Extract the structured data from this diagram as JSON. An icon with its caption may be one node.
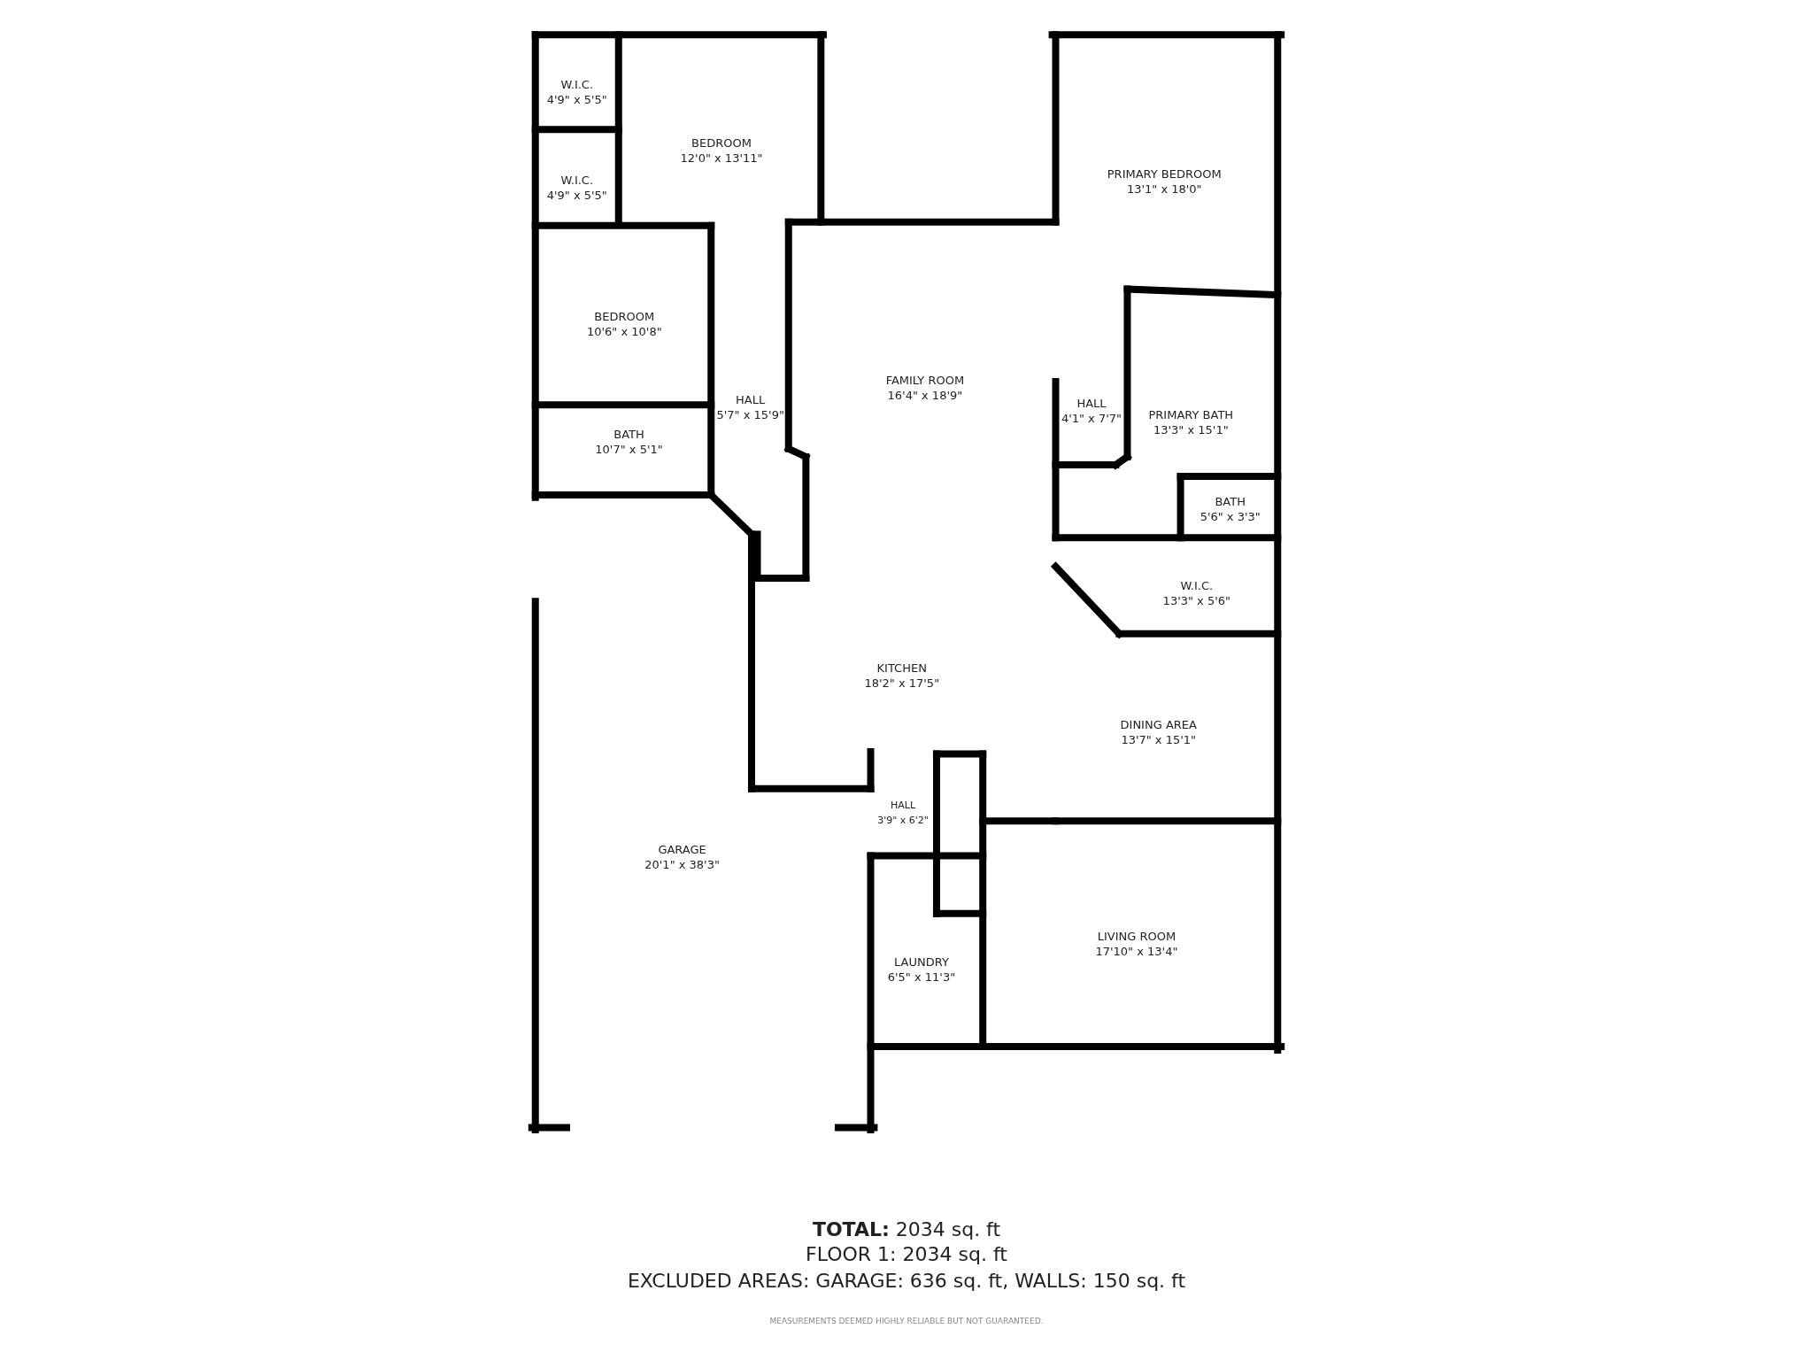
{
  "diagram": {
    "nodes": [
      {
        "text": [
          "W.I.C.",
          "4'9\" x 5'5\""
        ]
      },
      {
        "text": [
          "W.I.C.",
          "4'9\" x 5'5\""
        ]
      },
      {
        "text": [
          "BEDROOM",
          "12'0\" x 13'11\""
        ]
      },
      {
        "text": [
          "BEDROOM",
          "10'6\" x 10'8\""
        ]
      },
      {
        "text": [
          "HALL",
          "5'7\" x 15'9\""
        ]
      },
      {
        "text": [
          "BATH",
          "10'7\" x 5'1\""
        ]
      },
      {
        "text": [
          "FAMILY ROOM",
          "16'4\" x 18'9\""
        ]
      },
      {
        "text": [
          "PRIMARY BEDROOM",
          "13'1\" x 18'0\""
        ]
      },
      {
        "text": [
          "HALL",
          "4'1\" x 7'7\""
        ]
      },
      {
        "text": [
          "PRIMARY BATH",
          "13'3\" x 15'1\""
        ]
      },
      {
        "text": [
          "BATH",
          "5'6\" x 3'3\""
        ]
      },
      {
        "text": [
          "W.I.C.",
          "13'3\" x 5'6\""
        ]
      },
      {
        "text": [
          "KITCHEN",
          "18'2\" x 17'5\""
        ]
      },
      {
        "text": [
          "DINING AREA",
          "13'7\" x 15'1\""
        ]
      },
      {
        "text": [
          "HALL",
          "3'9\" x 6'2\""
        ]
      },
      {
        "text": [
          "GARAGE",
          "20'1\" x 38'3\""
        ]
      },
      {
        "text": [
          "LAUNDRY",
          "6'5\" x 11'3\""
        ]
      },
      {
        "text": [
          "LIVING ROOM",
          "17'10\" x 13'4\""
        ]
      }
    ],
    "labels": [
      "**TOTAL:** 2034 sq. ft",
      "FLOOR 1: 2034 sq. ft",
      "EXCLUDED AREAS: GARAGE: 636 sq. ft, WALLS: 150 sq. ft",
      "MEASUREMENTS DEEMED HIGHLY RELIABLE BUT NOT GUARANTEED."
    ]
  }
}
